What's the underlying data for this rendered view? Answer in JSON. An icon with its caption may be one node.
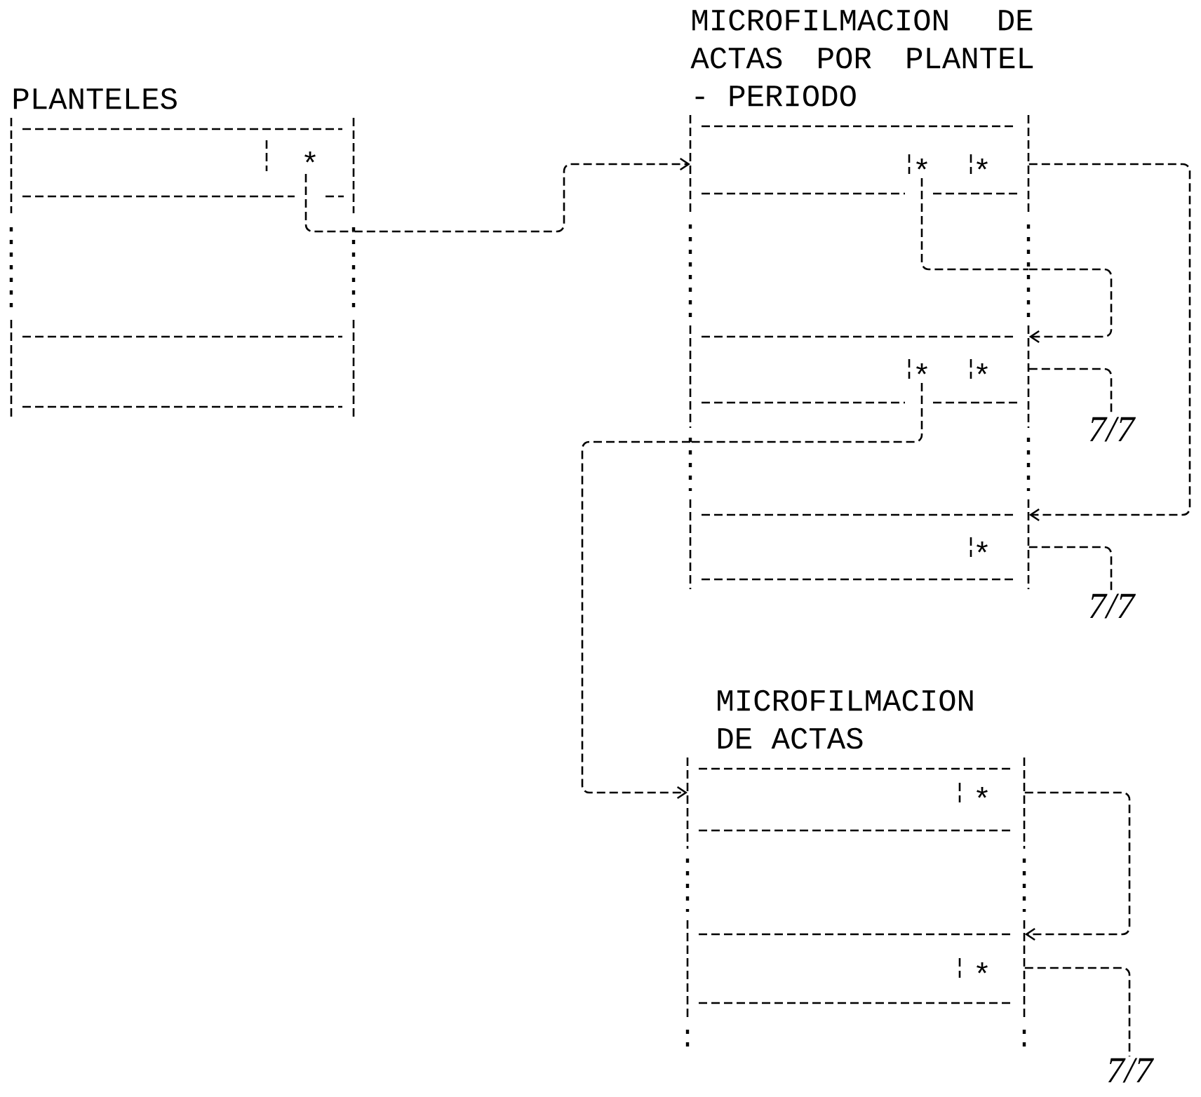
{
  "diagram": {
    "nodes": [
      {
        "text": [
          "PLANTELES"
        ]
      },
      {
        "text": [
          "MICROFILMACION DE ACTAS POR PLANTEL - PERIODO"
        ]
      },
      {
        "text": [
          "MICROFILMACION DE ACTAS"
        ]
      },
      {
        "text": [
          "7/7"
        ]
      },
      {
        "text": [
          "7/7"
        ]
      },
      {
        "text": [
          "7/7"
        ]
      }
    ],
    "edges": [
      {
        "from": 0,
        "to": 1,
        "arrow": "to"
      },
      {
        "from": 1,
        "to": 1,
        "arrow": "to"
      },
      {
        "from": 1,
        "to": 1,
        "arrow": "to"
      },
      {
        "from": 1,
        "to": 3,
        "arrow": "none"
      },
      {
        "from": 1,
        "to": 2,
        "arrow": "to"
      },
      {
        "from": 1,
        "to": 4,
        "arrow": "none"
      },
      {
        "from": 2,
        "to": 2,
        "arrow": "to"
      },
      {
        "from": 2,
        "to": 5,
        "arrow": "none"
      }
    ],
    "labels": [
      "*",
      "*",
      "*",
      "*",
      "*",
      "*",
      "*",
      "*"
    ]
  }
}
